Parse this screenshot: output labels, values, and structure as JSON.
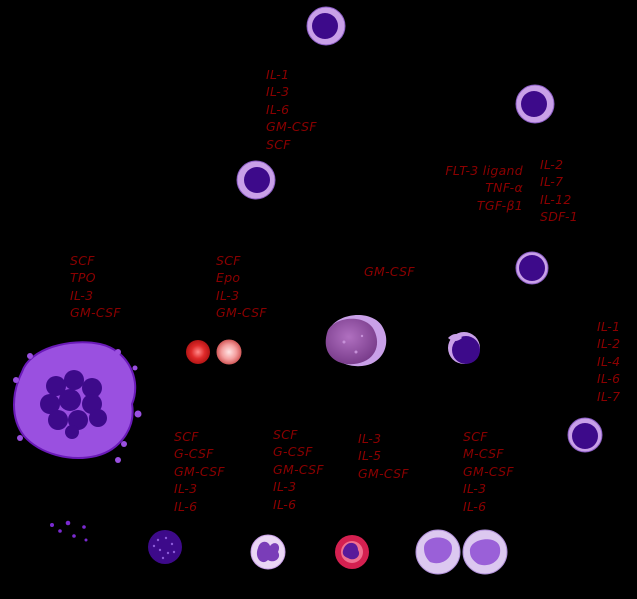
{
  "cytokine_groups": [
    {
      "id": "lymphoid-myeloid-progenitor",
      "lines": [
        "IL-1",
        "IL-3",
        "IL-6",
        "GM-CSF",
        "SCF"
      ]
    },
    {
      "id": "lymphoid-left",
      "lines": [
        "FLT-3 ligand",
        "TNF-α",
        "TGF-β1"
      ]
    },
    {
      "id": "lymphoid-right",
      "lines": [
        "IL-2",
        "IL-7",
        "IL-12",
        "SDF-1"
      ]
    },
    {
      "id": "megakaryocyte",
      "lines": [
        "SCF",
        "TPO",
        "IL-3",
        "GM-CSF"
      ]
    },
    {
      "id": "erythrocyte",
      "lines": [
        "SCF",
        "Epo",
        "IL-3",
        "GM-CSF"
      ]
    },
    {
      "id": "mast-cell",
      "lines": [
        "GM-CSF"
      ]
    },
    {
      "id": "t-cell",
      "lines": [
        "IL-1",
        "IL-2",
        "IL-4",
        "IL-6",
        "IL-7"
      ]
    },
    {
      "id": "basophil",
      "lines": [
        "SCF",
        "G-CSF",
        "GM-CSF",
        "IL-3",
        "IL-6"
      ]
    },
    {
      "id": "neutrophil",
      "lines": [
        "SCF",
        "G-CSF",
        "GM-CSF",
        "IL-3",
        "IL-6"
      ]
    },
    {
      "id": "eosinophil",
      "lines": [
        "IL-3",
        "IL-5",
        "GM-CSF"
      ]
    },
    {
      "id": "monocyte",
      "lines": [
        "SCF",
        "M-CSF",
        "GM-CSF",
        "IL-3",
        "IL-6"
      ]
    }
  ],
  "colors": {
    "background": "#000000",
    "label_text": "#8b0000",
    "cell_membrane": "#c9a0e8",
    "nucleus": "#3d0a8a",
    "megakaryocyte_body": "#9a50e0",
    "erythrocyte": "#d42020"
  }
}
